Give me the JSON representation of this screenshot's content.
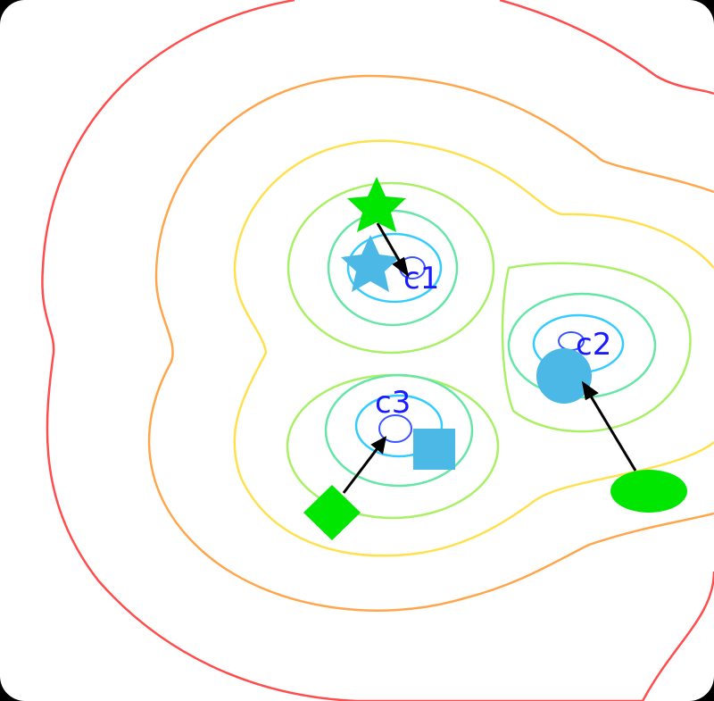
{
  "labels": {
    "c1": "c1",
    "c2": "c2",
    "c3": "c3"
  },
  "colors": {
    "background": "#ffffff",
    "frame": "#000000",
    "contour_red": "#ff4d4d",
    "contour_orange": "#ffa64d",
    "contour_yellow": "#ffe04d",
    "contour_lime": "#aaf066",
    "contour_mint": "#66e6a6",
    "contour_cyan": "#33ccff",
    "contour_blue": "#3a55ff",
    "target_green": "#00e600",
    "agent_blue": "#4cb8e6",
    "arrow": "#000000",
    "label": "#1a1aff"
  },
  "centers": [
    {
      "id": "c1",
      "shape": "star-blue"
    },
    {
      "id": "c2",
      "shape": "circle-blue"
    },
    {
      "id": "c3",
      "shape": "square-blue"
    }
  ],
  "markers": [
    {
      "name": "green-star",
      "shape": "star",
      "color": "green"
    },
    {
      "name": "green-ellipse",
      "shape": "ellipse",
      "color": "green"
    },
    {
      "name": "green-diamond",
      "shape": "diamond",
      "color": "green"
    }
  ]
}
